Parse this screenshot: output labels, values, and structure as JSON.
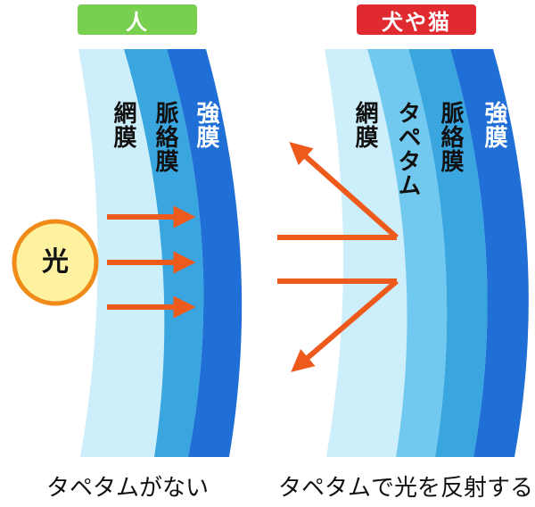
{
  "human": {
    "badge": "人",
    "layers": [
      "網膜",
      "脈絡膜",
      "強膜"
    ],
    "light": "光",
    "caption": "タペタムがない"
  },
  "pets": {
    "badge": "犬や猫",
    "layers": [
      "網膜",
      "タペタム",
      "脈絡膜",
      "強膜"
    ],
    "caption": "タペタムで光を反射する"
  },
  "colors": {
    "retina": "#cdeefb",
    "tapetum": "#72c9f0",
    "choroid": "#3aa6e0",
    "sclera": "#1f6fd6",
    "arrow": "#ee5a1c",
    "human_badge": "#79cf4f",
    "pets_badge": "#e02a2f",
    "light_circle": "#fef2a0",
    "light_border": "#f08a18"
  }
}
